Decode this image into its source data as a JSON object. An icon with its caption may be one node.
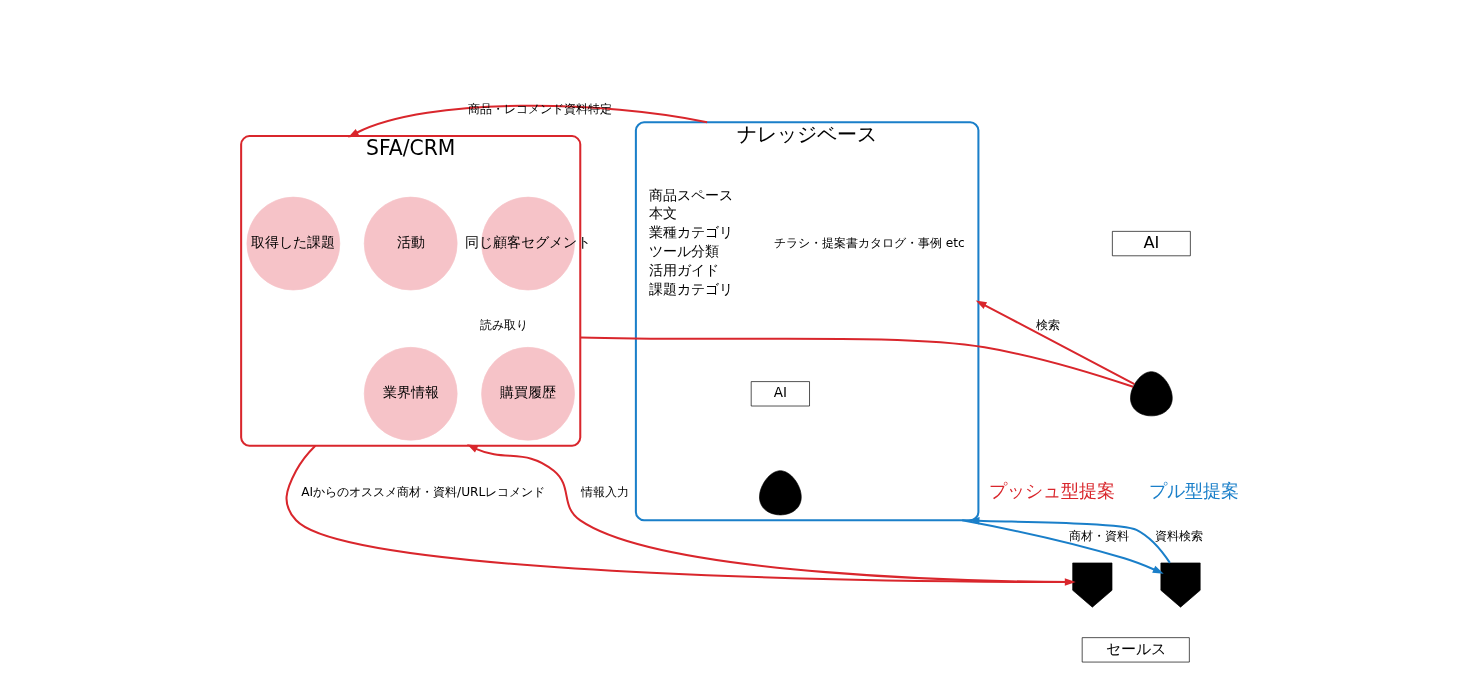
{
  "diagram": {
    "nodes": [
      {
        "text": [
          "SFA/CRM"
        ]
      },
      {
        "text": [
          "同じ顧客セグメント"
        ],
        "in": 0
      },
      {
        "text": [
          "活動"
        ],
        "in": 0
      },
      {
        "text": [
          "取得した課題"
        ],
        "in": 0
      },
      {
        "text": [
          "購買履歴"
        ],
        "in": 0
      },
      {
        "text": [
          "業界情報"
        ],
        "in": 0
      },
      {
        "text": [
          "ナレッジベース"
        ]
      },
      {
        "text": [
          "チラシ・提案書カタログ・事例 etc"
        ],
        "in": 6
      },
      {
        "text": [
          "AI"
        ],
        "in": 6
      },
      {
        "text": [],
        "shape": "picture",
        "in": 6
      },
      {
        "text": [
          "AI"
        ]
      },
      {
        "text": [],
        "shape": "picture"
      },
      {
        "text": [],
        "shape": "person"
      },
      {
        "text": [],
        "shape": "person"
      },
      {
        "text": [
          "セールス"
        ]
      }
    ],
    "edges": [
      {
        "from": 0,
        "to": 11,
        "arrow": "none",
        "label": "読み取り"
      },
      {
        "from": 11,
        "to": 6,
        "arrow": "to",
        "label": "検索"
      },
      {
        "from": 6,
        "to": 0,
        "arrow": "to",
        "label": "商品・レコメンド資料特定"
      },
      {
        "from": 0,
        "to": 12,
        "arrow": "to",
        "label": "AIからのオススメ商材・資料/URLレコメンド"
      },
      {
        "from": 12,
        "to": 0,
        "arrow": "to",
        "label": "情報入力"
      },
      {
        "from": 6,
        "to": 13,
        "arrow": "to",
        "label": "商材・資料",
        "color": "#1a7fc9"
      },
      {
        "from": 13,
        "to": 6,
        "arrow": "to",
        "label": "資料検索",
        "color": "#1a7fc9"
      }
    ],
    "labels": [
      "商品スペース",
      "本文",
      "業種カテゴリ",
      "ツール分類",
      "活用ガイド",
      "課題カテゴリ",
      "プッシュ型提案",
      "プル型提案"
    ]
  }
}
